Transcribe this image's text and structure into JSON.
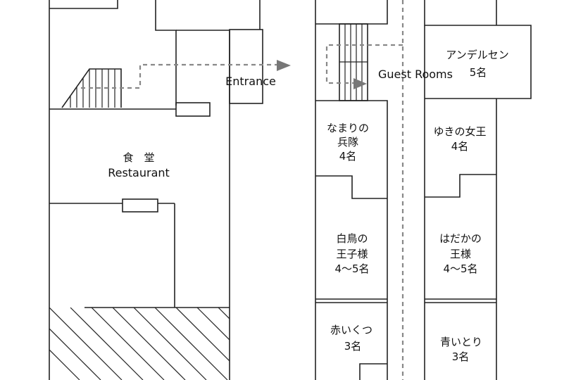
{
  "labels": {
    "restaurant_jp": "食　堂",
    "restaurant_en": "Restaurant",
    "entrance": "Entrance",
    "guest_rooms": "Guest Rooms",
    "room_andersen_name": "アンデルセン",
    "room_andersen_cap": "5名",
    "room_namari_line1": "なまりの",
    "room_namari_line2": "兵隊",
    "room_namari_cap": "4名",
    "room_yuki_name": "ゆきの女王",
    "room_yuki_cap": "4名",
    "room_hakucho_line1": "白鳥の",
    "room_hakucho_line2": "王子様",
    "room_hakucho_cap": "4～5名",
    "room_hadaka_line1": "はだかの",
    "room_hadaka_line2": "王様",
    "room_hadaka_cap": "4～5名",
    "room_akai_name": "赤いくつ",
    "room_akai_cap": "3名",
    "room_aoi_name": "青いとり",
    "room_aoi_cap": "3名"
  },
  "colors": {
    "wall": "#222222",
    "path": "#888888",
    "arrow": "#777777"
  }
}
